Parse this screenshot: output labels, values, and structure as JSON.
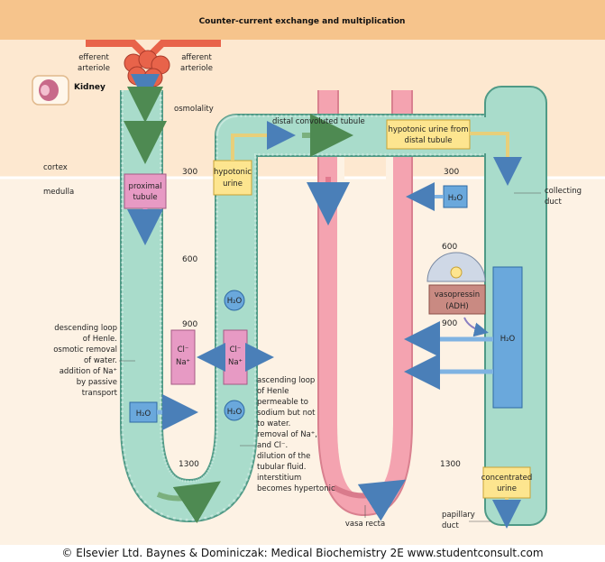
{
  "title": "Counter-current exchange and multiplication",
  "labels": {
    "efferent": [
      "efferent",
      "arteriole"
    ],
    "afferent": [
      "afferent",
      "arteriole"
    ],
    "kidney": "Kidney",
    "osmolality": "osmolality",
    "cortex": "cortex",
    "medulla": "medulla",
    "proximal_tubule": [
      "proximal",
      "tubule"
    ],
    "distal_convoluted": "distal convoluted tubule",
    "hypotonic_urine": [
      "hypotonic",
      "urine"
    ],
    "hypotonic_urine_from": [
      "hypotonic urine from",
      "distal tubule"
    ],
    "collecting_duct": [
      "collecting",
      "duct"
    ],
    "descending_loop": [
      "descending loop",
      "of Henle.",
      "osmotic removal",
      "of water.",
      "addition of Na⁺",
      "by passive",
      "transport"
    ],
    "ascending_loop": [
      "ascending loop",
      "of Henle",
      "permeable to",
      "sodium but not",
      "to water.",
      "removal of Na⁺,",
      "and Cl⁻.",
      "dilution of the",
      "tubular fluid.",
      "interstitium",
      "becomes hypertonic"
    ],
    "vasa_recta": "vasa recta",
    "vasopressin": [
      "vasopressin",
      "(ADH)"
    ],
    "concentrated_urine": [
      "concentrated",
      "urine"
    ],
    "papillary_duct": [
      "papillary",
      "duct"
    ],
    "water": "H₂O",
    "chloride": "Cl⁻",
    "sodium": "Na⁺"
  },
  "osmolality_values": {
    "left": [
      "300",
      "600",
      "900",
      "1300"
    ],
    "right": [
      "300",
      "600",
      "900",
      "1300"
    ]
  },
  "colors": {
    "tubule": "#a9dccb",
    "tubule_edge": "#4f9a86",
    "vessel": "#f4a3b0",
    "glomerulus": "#e8634a",
    "header_band": "#f6c48c",
    "cortex_band": "#fde8d0",
    "medulla_band": "#fdf2e4",
    "water_box": "#6aa8dc",
    "ion_box": "#e79ac4",
    "urine_box": "#fde58f",
    "adh_box": "#c98a82",
    "green_arrow": "#7bb07e"
  },
  "footer": "© Elsevier Ltd. Baynes & Dominiczak: Medical Biochemistry 2E www.studentconsult.com"
}
